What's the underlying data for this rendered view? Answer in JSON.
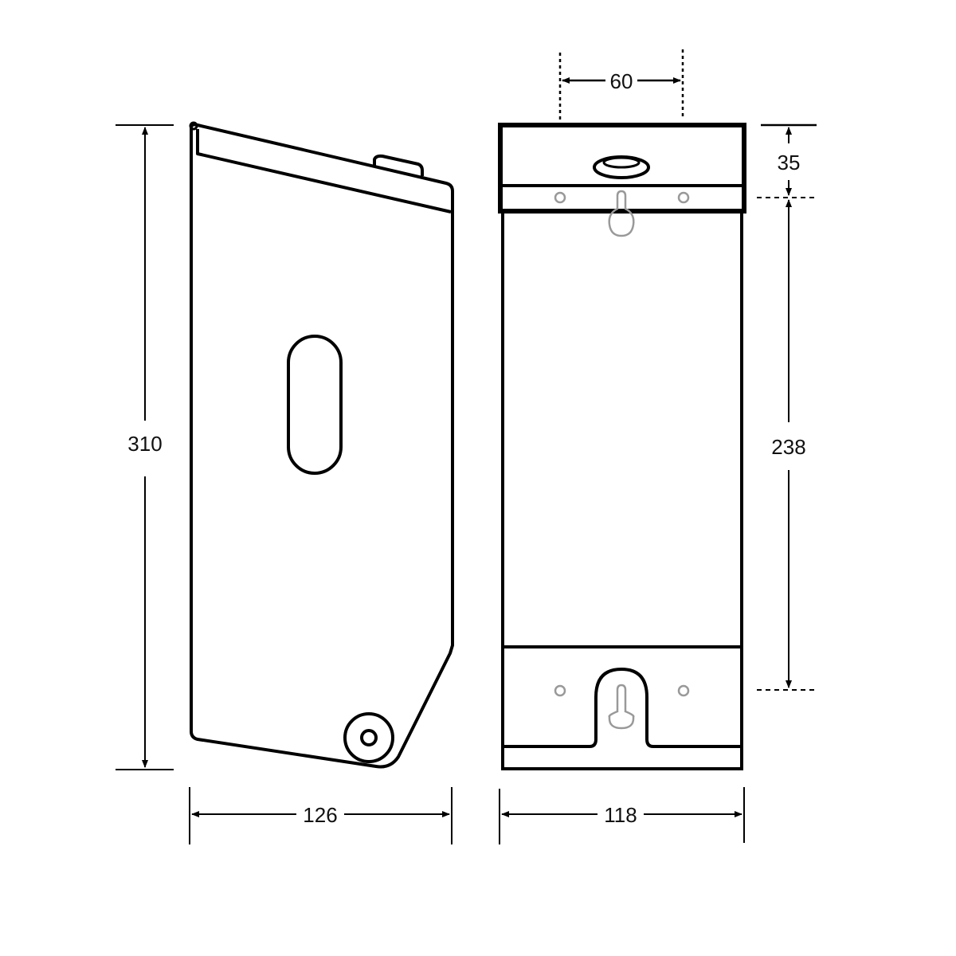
{
  "drawing": {
    "type": "technical dimension drawing",
    "units": "mm",
    "side_view": {
      "height_label": "310",
      "depth_label": "126"
    },
    "front_view": {
      "width_label": "118",
      "hole_spacing_label": "60",
      "top_section_label": "35",
      "mount_span_label": "238"
    }
  },
  "colors": {
    "line": "#000000",
    "hole": "#999999",
    "background": "#ffffff"
  }
}
